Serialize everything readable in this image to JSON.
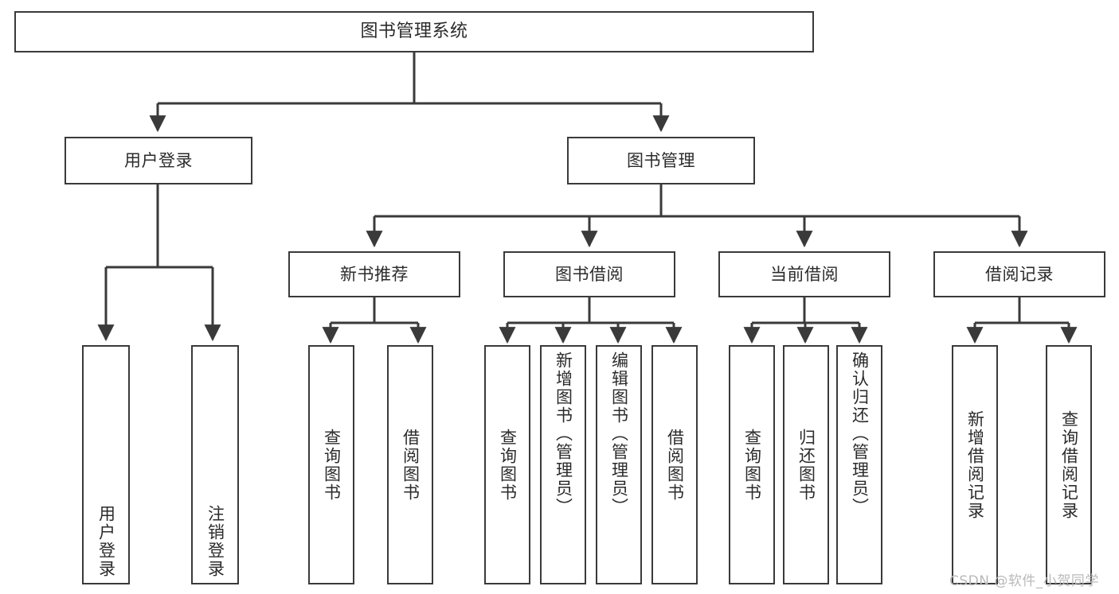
{
  "diagram": {
    "title": "图书管理系统",
    "type": "tree-hierarchy-chart",
    "colors": {
      "background": "#ffffff",
      "stroke": "#3a3a3a",
      "text": "#2b2b2b",
      "watermark": "#b9b9b9"
    },
    "root": {
      "label": "图书管理系统"
    },
    "level2": [
      {
        "label": "用户登录"
      },
      {
        "label": "图书管理"
      }
    ],
    "level3": [
      {
        "label": "新书推荐"
      },
      {
        "label": "图书借阅"
      },
      {
        "label": "当前借阅"
      },
      {
        "label": "借阅记录"
      }
    ],
    "leaves": {
      "user_login": [
        {
          "label": "用户登录"
        },
        {
          "label": "注销登录"
        }
      ],
      "new_book_recommend": [
        {
          "label": "查询图书"
        },
        {
          "label": "借阅图书"
        }
      ],
      "book_borrow": [
        {
          "label": "查询图书"
        },
        {
          "label": "新增图书（管理员）"
        },
        {
          "label": "编辑图书（管理员）"
        },
        {
          "label": "借阅图书"
        }
      ],
      "current_borrow": [
        {
          "label": "查询图书"
        },
        {
          "label": "归还图书"
        },
        {
          "label": "确认归还（管理员）"
        }
      ],
      "borrow_records": [
        {
          "label": "新增借阅记录"
        },
        {
          "label": "查询借阅记录"
        }
      ]
    }
  },
  "watermark": {
    "text": "CSDN @软件_小贺同学"
  }
}
